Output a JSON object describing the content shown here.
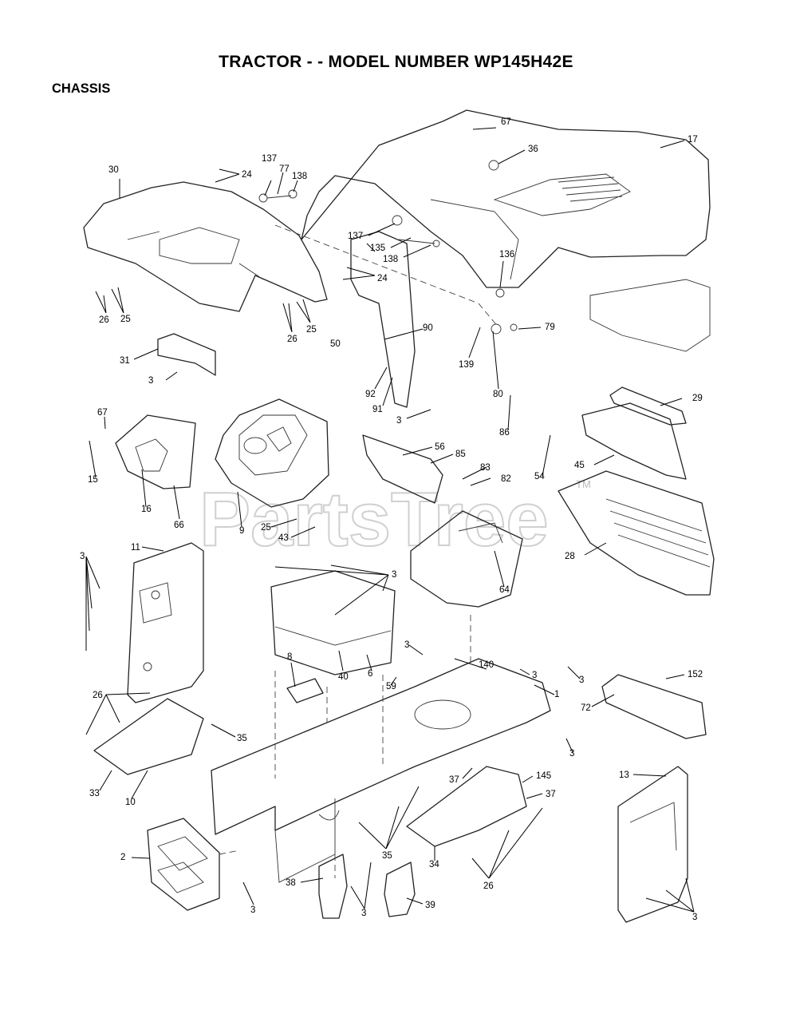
{
  "header": {
    "title": "TRACTOR - - MODEL NUMBER WP145H42E",
    "section": "CHASSIS"
  },
  "watermark": {
    "text": "PartsTree",
    "tm": "TM"
  },
  "callouts": [
    {
      "id": "c67a",
      "label": "67"
    },
    {
      "id": "c17",
      "label": "17"
    },
    {
      "id": "c36",
      "label": "36"
    },
    {
      "id": "c30",
      "label": "30"
    },
    {
      "id": "c24a",
      "label": "24"
    },
    {
      "id": "c137a",
      "label": "137"
    },
    {
      "id": "c77",
      "label": "77"
    },
    {
      "id": "c138a",
      "label": "138"
    },
    {
      "id": "c137b",
      "label": "137"
    },
    {
      "id": "c135",
      "label": "135"
    },
    {
      "id": "c138b",
      "label": "138"
    },
    {
      "id": "c136",
      "label": "136"
    },
    {
      "id": "c24b",
      "label": "24"
    },
    {
      "id": "c26a",
      "label": "26"
    },
    {
      "id": "c25a",
      "label": "25"
    },
    {
      "id": "c26b",
      "label": "26"
    },
    {
      "id": "c25b",
      "label": "25"
    },
    {
      "id": "c50",
      "label": "50"
    },
    {
      "id": "c90",
      "label": "90"
    },
    {
      "id": "c79",
      "label": "79"
    },
    {
      "id": "c139",
      "label": "139"
    },
    {
      "id": "c31",
      "label": "31"
    },
    {
      "id": "c3a",
      "label": "3"
    },
    {
      "id": "c92",
      "label": "92"
    },
    {
      "id": "c80",
      "label": "80"
    },
    {
      "id": "c91",
      "label": "91"
    },
    {
      "id": "c29",
      "label": "29"
    },
    {
      "id": "c3b",
      "label": "3"
    },
    {
      "id": "c86",
      "label": "86"
    },
    {
      "id": "c67b",
      "label": "67"
    },
    {
      "id": "c56",
      "label": "56"
    },
    {
      "id": "c85",
      "label": "85"
    },
    {
      "id": "c45",
      "label": "45"
    },
    {
      "id": "c83",
      "label": "83"
    },
    {
      "id": "c54",
      "label": "54"
    },
    {
      "id": "c82",
      "label": "82"
    },
    {
      "id": "c15",
      "label": "15"
    },
    {
      "id": "c16",
      "label": "16"
    },
    {
      "id": "c66",
      "label": "66"
    },
    {
      "id": "c9",
      "label": "9"
    },
    {
      "id": "c25c",
      "label": "25"
    },
    {
      "id": "c43",
      "label": "43"
    },
    {
      "id": "c3c",
      "label": "3"
    },
    {
      "id": "c11",
      "label": "11"
    },
    {
      "id": "c28",
      "label": "28"
    },
    {
      "id": "c64",
      "label": "64"
    },
    {
      "id": "c3d",
      "label": "3"
    },
    {
      "id": "c8",
      "label": "8"
    },
    {
      "id": "c40",
      "label": "40"
    },
    {
      "id": "c6",
      "label": "6"
    },
    {
      "id": "c3e",
      "label": "3"
    },
    {
      "id": "c140",
      "label": "140"
    },
    {
      "id": "c3f",
      "label": "3"
    },
    {
      "id": "c3g",
      "label": "3"
    },
    {
      "id": "c59",
      "label": "59"
    },
    {
      "id": "c1",
      "label": "1"
    },
    {
      "id": "c152",
      "label": "152"
    },
    {
      "id": "c72",
      "label": "72"
    },
    {
      "id": "c26c",
      "label": "26"
    },
    {
      "id": "c35a",
      "label": "35"
    },
    {
      "id": "c3h",
      "label": "3"
    },
    {
      "id": "c37a",
      "label": "37"
    },
    {
      "id": "c145",
      "label": "145"
    },
    {
      "id": "c37b",
      "label": "37"
    },
    {
      "id": "c13",
      "label": "13"
    },
    {
      "id": "c33",
      "label": "33"
    },
    {
      "id": "c10",
      "label": "10"
    },
    {
      "id": "c2",
      "label": "2"
    },
    {
      "id": "c35b",
      "label": "35"
    },
    {
      "id": "c34",
      "label": "34"
    },
    {
      "id": "c26d",
      "label": "26"
    },
    {
      "id": "c38",
      "label": "38"
    },
    {
      "id": "c39",
      "label": "39"
    },
    {
      "id": "c3i",
      "label": "3"
    },
    {
      "id": "c3j",
      "label": "3"
    },
    {
      "id": "c3k",
      "label": "3"
    }
  ]
}
